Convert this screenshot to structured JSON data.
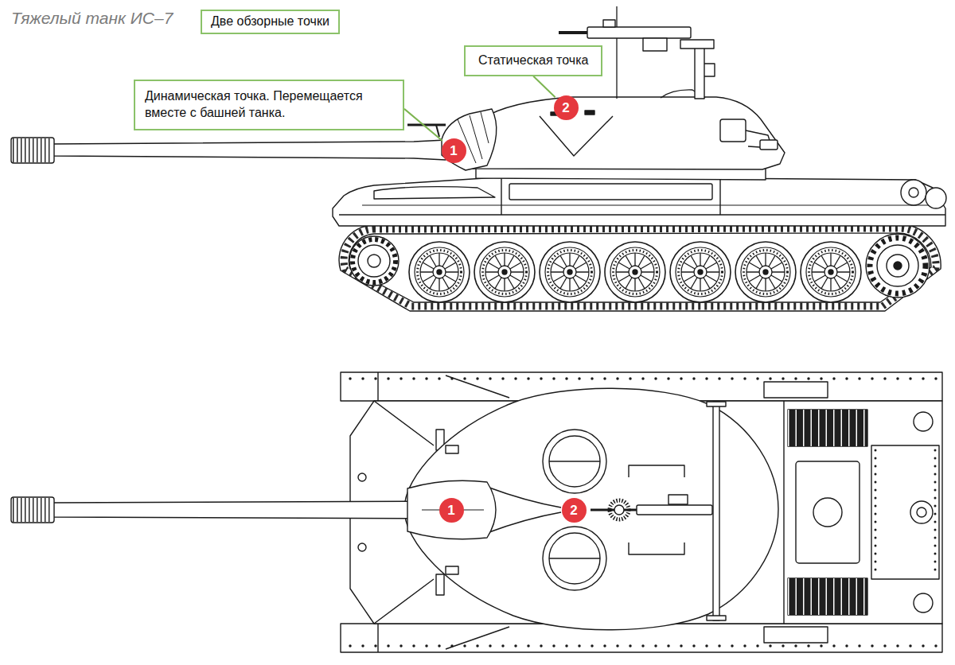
{
  "diagram": {
    "title": "Тяжелый танк ИС–7",
    "nodes": [
      {
        "text": [
          "Две обзорные точки"
        ]
      },
      {
        "text": [
          "Статическая точка"
        ]
      },
      {
        "text": [
          "Динамическая точка. Перемещается вместе с башней танка."
        ]
      },
      {
        "text": [
          "2"
        ]
      },
      {
        "text": [
          "1"
        ]
      },
      {
        "text": [
          "1"
        ]
      },
      {
        "text": [
          "2"
        ]
      }
    ],
    "edges": [
      {
        "from": 2,
        "to": 4,
        "arrow": "none"
      },
      {
        "from": 1,
        "to": 3,
        "arrow": "none"
      }
    ]
  }
}
